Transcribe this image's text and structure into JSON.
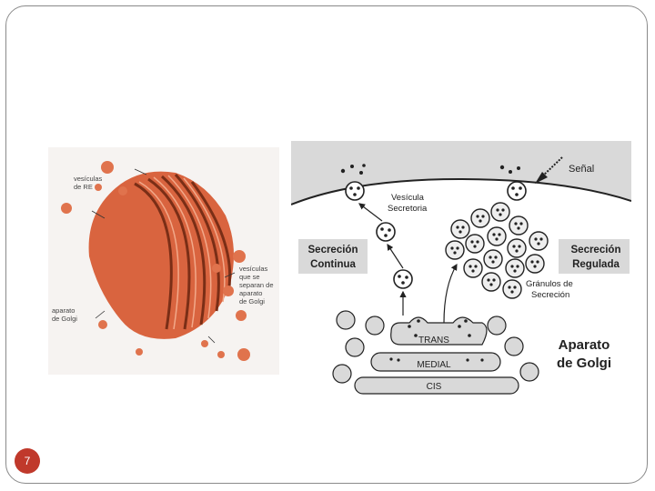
{
  "slide": {
    "page_number": "7"
  },
  "photo": {
    "labels": {
      "er_vesicles": [
        "vesículas",
        "de RE"
      ],
      "golgi_vesicles": [
        "vesículas",
        "que se",
        "separan de",
        "aparato",
        "de Golgi"
      ],
      "golgi_apparatus": [
        "aparato",
        "de Golgi"
      ]
    }
  },
  "diagram": {
    "senal": "Señal",
    "vesicula_secretoria": [
      "Vesícula",
      "Secretoria"
    ],
    "secrecion_continua": [
      "Secreción",
      "Continua"
    ],
    "secrecion_regulada": [
      "Secreción",
      "Regulada"
    ],
    "granulos": [
      "Gránulos de",
      "Secreción"
    ],
    "trans": "TRANS",
    "medial": "MEDIAL",
    "cis": "CIS",
    "aparato_golgi": [
      "Aparato",
      "de Golgi"
    ]
  },
  "colors": {
    "membrane_fill": "#d9d9d9",
    "cisterna_fill": "#e6e6e6",
    "photo_orange": "#d9643f",
    "badge": "#c0392b"
  }
}
